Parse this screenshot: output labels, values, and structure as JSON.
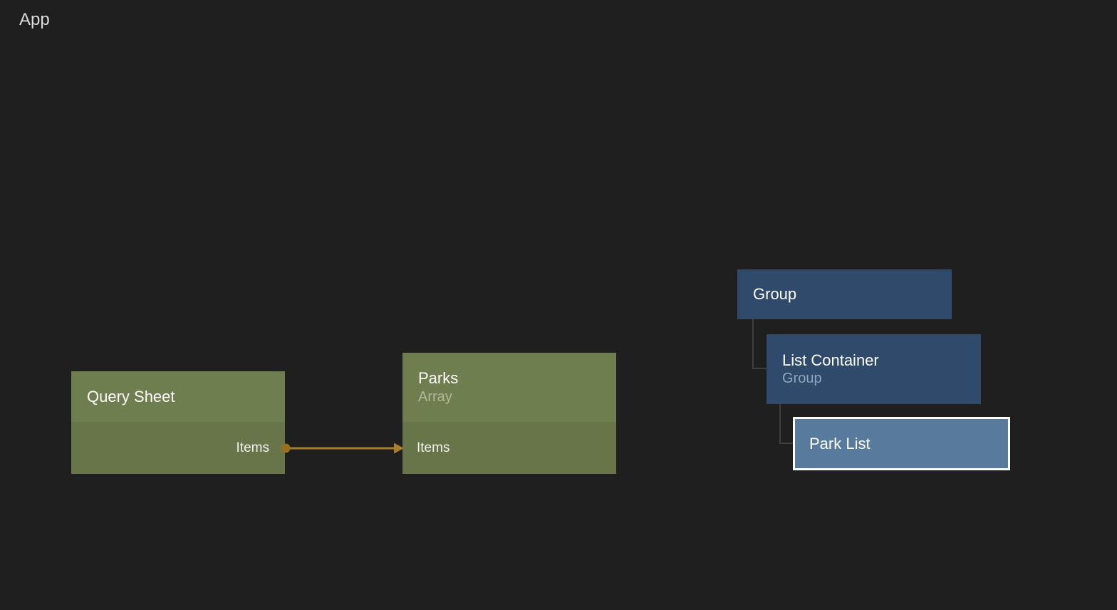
{
  "app": {
    "label": "App"
  },
  "flow": {
    "query_sheet": {
      "title": "Query Sheet",
      "items_port": "Items"
    },
    "parks": {
      "title": "Parks",
      "subtitle": "Array",
      "items_port": "Items"
    },
    "connection": {
      "from": "Query Sheet.Items",
      "to": "Parks.Items"
    }
  },
  "tree": {
    "group": {
      "title": "Group"
    },
    "list_container": {
      "title": "List Container",
      "subtitle": "Group"
    },
    "park_list": {
      "title": "Park List",
      "selected": true
    }
  },
  "colors": {
    "background": "#1f1f1f",
    "node_green_header": "#6f7e4e",
    "node_green_body": "#687549",
    "node_blue": "#2f4a6b",
    "node_blue_selected_fill": "#587a9d",
    "selection_border": "#ffffff",
    "connection_arrow": "#a87d2e",
    "tree_connector": "#3f3f3f"
  }
}
